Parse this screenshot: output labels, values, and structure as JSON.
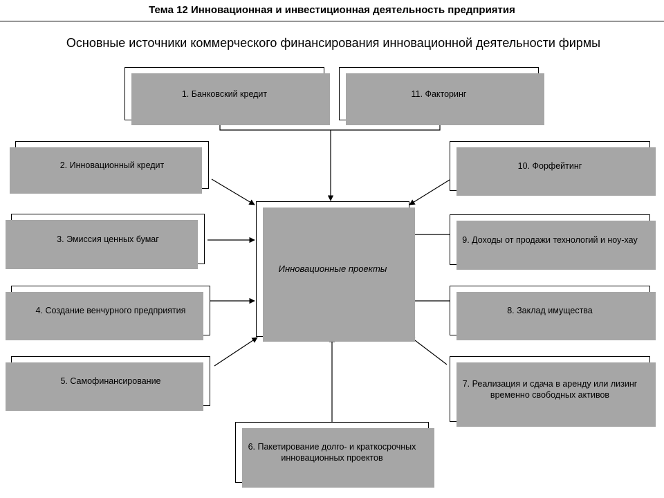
{
  "header": {
    "title": "Тема 12 Инновационная и инвестиционная деятельность предприятия",
    "subtitle": "Основные источники коммерческого финансирования инновационной деятельности фирмы"
  },
  "diagram": {
    "center": {
      "label": "Инновационные проекты"
    },
    "nodes": [
      {
        "id": "n1",
        "label": "1. Банковский кредит"
      },
      {
        "id": "n11",
        "label": "11. Факторинг"
      },
      {
        "id": "n2",
        "label": "2. Инновационный кредит"
      },
      {
        "id": "n10",
        "label": "10. Форфейтинг"
      },
      {
        "id": "n3",
        "label": "3. Эмиссия ценных бумаг"
      },
      {
        "id": "n9",
        "label": "9. Доходы от продажи технологий и ноу-хау"
      },
      {
        "id": "n4",
        "label": "4. Создание венчурного предприятия"
      },
      {
        "id": "n8",
        "label": "8. Заклад имущества"
      },
      {
        "id": "n5",
        "label": "5.  Самофинансирование"
      },
      {
        "id": "n7",
        "label": "7. Реализация и сдача в аренду или лизинг временно свободных активов"
      },
      {
        "id": "n6",
        "label": "6. Пакетирование долго- и краткосрочных инновационных проектов"
      }
    ]
  },
  "colors": {
    "shadow": "#a6a6a6",
    "line": "#000000",
    "background": "#ffffff"
  }
}
